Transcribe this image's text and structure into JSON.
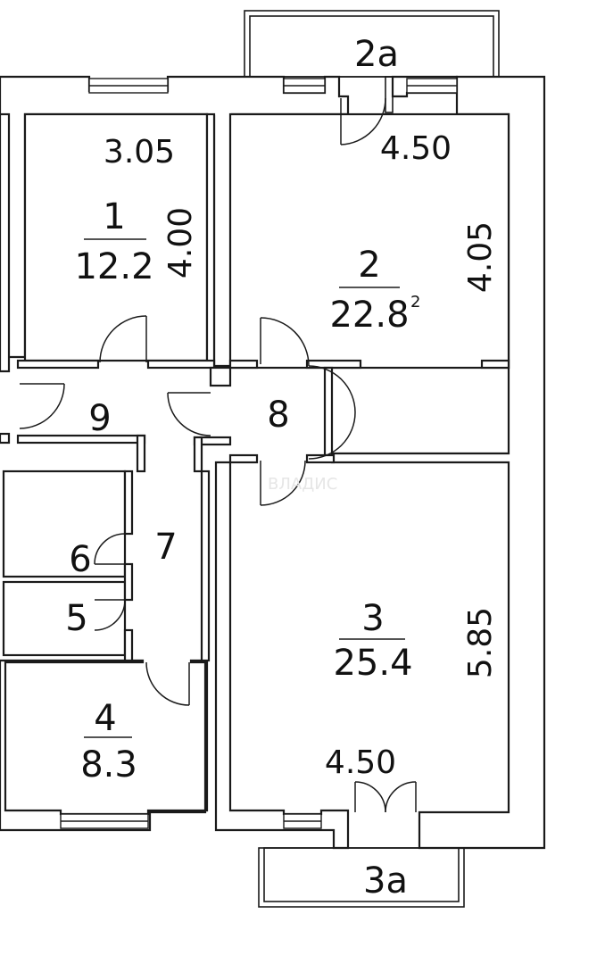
{
  "plan": {
    "rooms": [
      {
        "id": "1",
        "number": "1",
        "area": "12.2"
      },
      {
        "id": "2",
        "number": "2",
        "area": "22.8",
        "area_sup": "2"
      },
      {
        "id": "3",
        "number": "3",
        "area": "25.4"
      },
      {
        "id": "4",
        "number": "4",
        "area": "8.3"
      },
      {
        "id": "5",
        "number": "5"
      },
      {
        "id": "6",
        "number": "6"
      },
      {
        "id": "7",
        "number": "7"
      },
      {
        "id": "8",
        "number": "8"
      },
      {
        "id": "9",
        "number": "9"
      }
    ],
    "balconies": [
      {
        "id": "2a",
        "label": "2a"
      },
      {
        "id": "3a",
        "label": "3a"
      }
    ],
    "dimensions": {
      "room1_width": "3.05",
      "room1_depth": "4.00",
      "room2_width": "4.50",
      "room2_depth": "4.05",
      "room3_width": "4.50",
      "room3_depth": "5.85"
    },
    "watermark": "ВЛАДИС"
  }
}
